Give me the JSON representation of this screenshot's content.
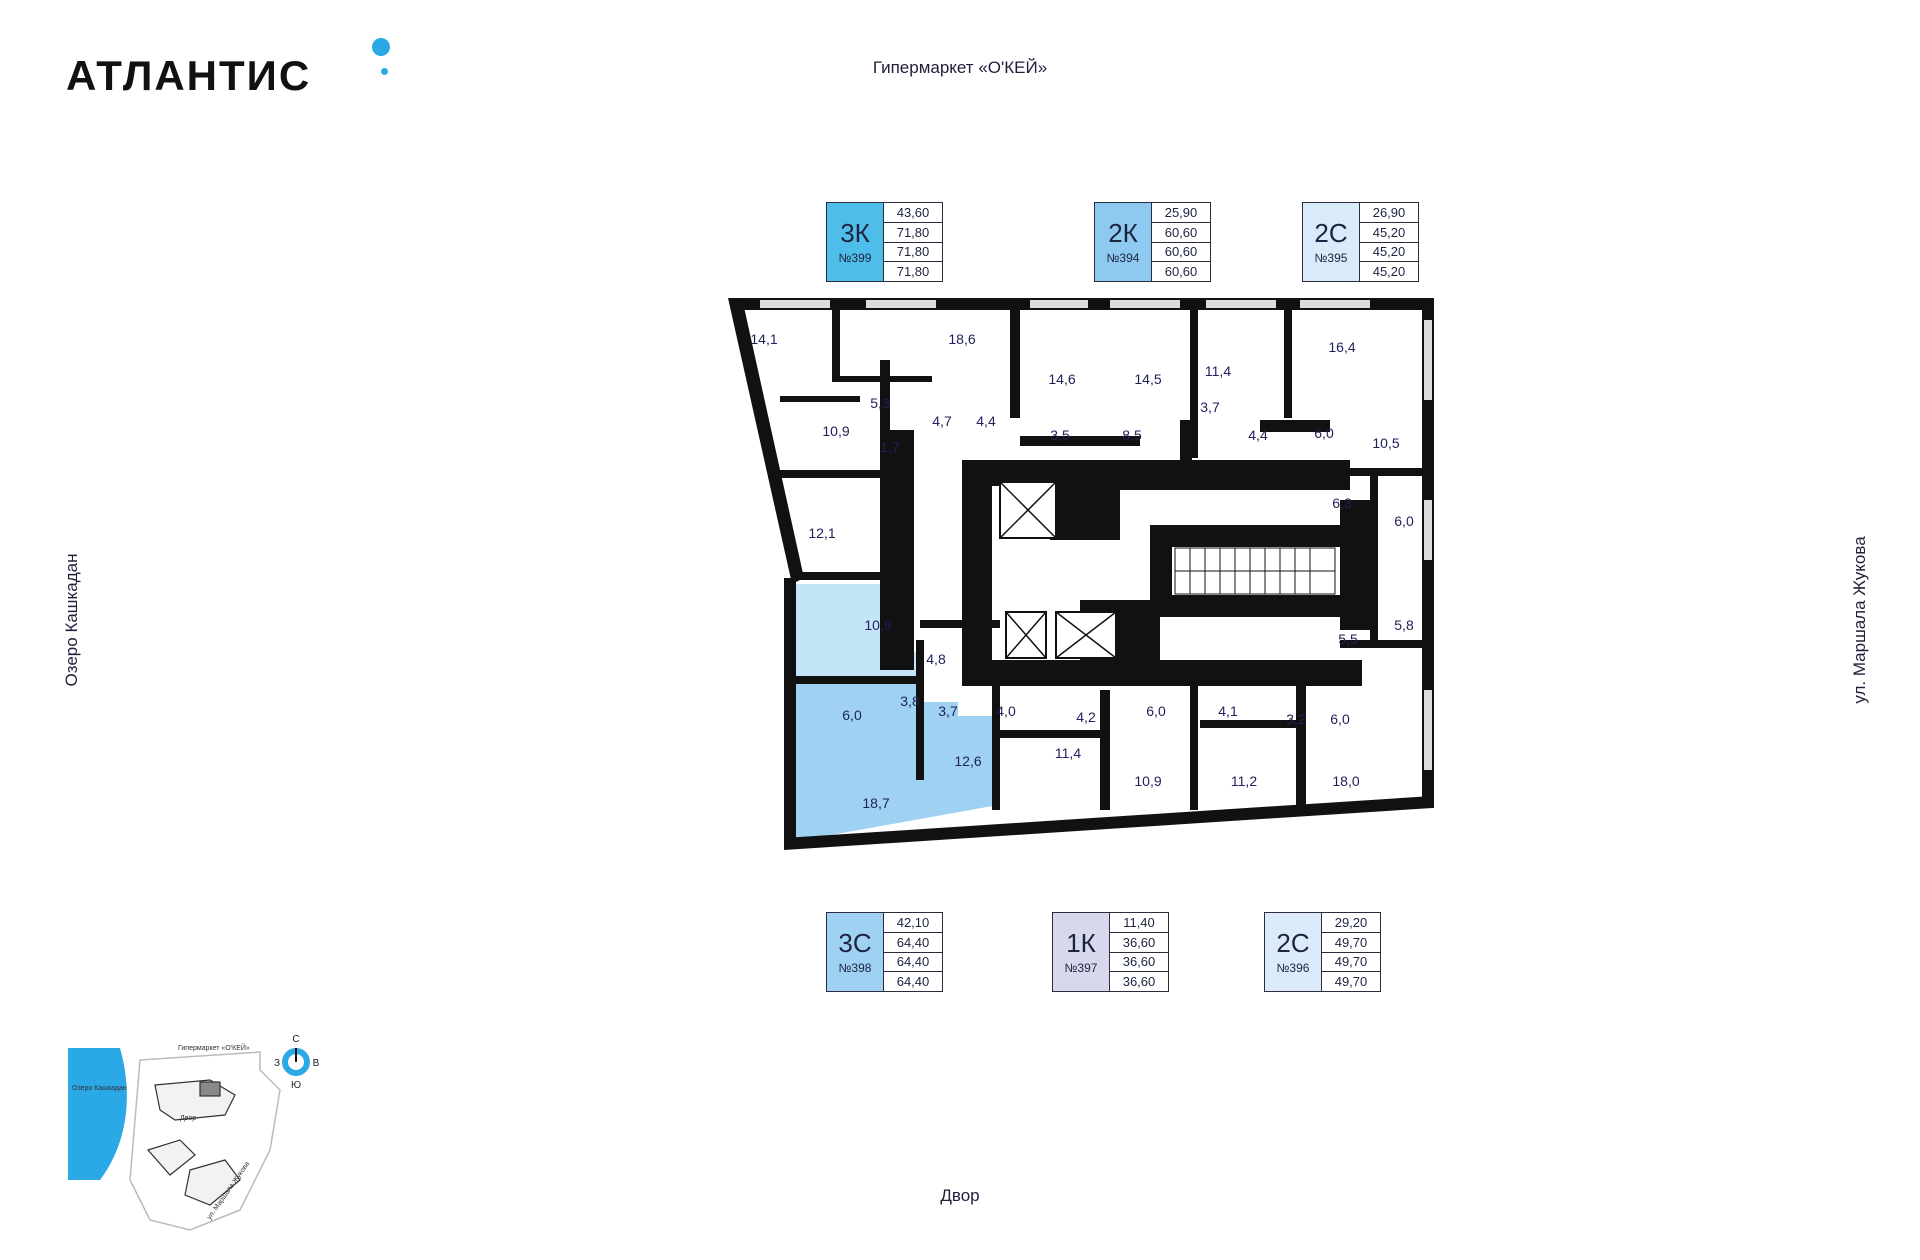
{
  "brand": {
    "logo": "АТЛАНТИС",
    "accent_color": "#2aa9e6"
  },
  "directions": {
    "top": "Гипермаркет «О'КЕЙ»",
    "bottom": "Двор",
    "left": "Озеро Кашкадан",
    "right": "ул. Маршала Жукова"
  },
  "apartments": [
    {
      "type": "3К",
      "number": "№399",
      "areas": [
        "43,60",
        "71,80",
        "71,80",
        "71,80"
      ],
      "color": "#4fbde9"
    },
    {
      "type": "2К",
      "number": "№394",
      "areas": [
        "25,90",
        "60,60",
        "60,60",
        "60,60"
      ],
      "color": "#8ec9ef"
    },
    {
      "type": "2С",
      "number": "№395",
      "areas": [
        "26,90",
        "45,20",
        "45,20",
        "45,20"
      ],
      "color": "#d9ebf8"
    },
    {
      "type": "3С",
      "number": "№398",
      "areas": [
        "42,10",
        "64,40",
        "64,40",
        "64,40"
      ],
      "color": "#9fd2f2"
    },
    {
      "type": "1К",
      "number": "№397",
      "areas": [
        "11,40",
        "36,60",
        "36,60",
        "36,60"
      ],
      "color": "#d6d8ec"
    },
    {
      "type": "2С",
      "number": "№396",
      "areas": [
        "29,20",
        "49,70",
        "49,70",
        "49,70"
      ],
      "color": "#dcebf9"
    }
  ],
  "rooms": [
    "14,1",
    "18,6",
    "14,6",
    "14,5",
    "11,4",
    "16,4",
    "5,3",
    "10,9",
    "4,7",
    "4,4",
    "3,5",
    "8,5",
    "3,7",
    "4,4",
    "6,0",
    "10,5",
    "1,7",
    "12,1",
    "6,3",
    "6,0",
    "10,8",
    "4,8",
    "5,8",
    "5,5",
    "6,0",
    "3,8",
    "3,7",
    "4,0",
    "4,2",
    "6,0",
    "4,1",
    "3,2",
    "6,0",
    "12,6",
    "11,4",
    "10,9",
    "11,2",
    "18,0",
    "18,7"
  ],
  "minimap": {
    "top_label": "Гипермаркет «О'КЕЙ»",
    "lake_label": "Озеро Кашкадан",
    "yard_label": "Двор",
    "street_label": "ул. Маршала Жукова",
    "compass": {
      "n": "С",
      "s": "Ю",
      "w": "З",
      "e": "В"
    }
  }
}
